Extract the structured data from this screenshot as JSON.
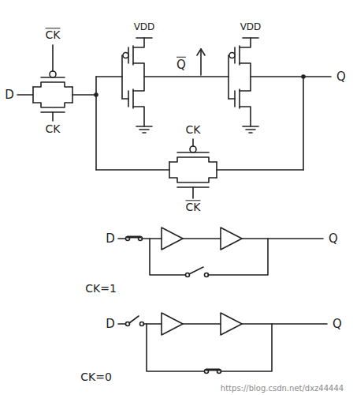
{
  "diagram": {
    "labels": [
      "CK",
      "CK",
      "D",
      "VDD",
      "Q",
      "VDD",
      "Q",
      "CK",
      "CK",
      "D",
      "Q",
      "CK=1",
      "D",
      "Q",
      "CK=0",
      "https://blog.csdn.net/dxz44444"
    ]
  }
}
